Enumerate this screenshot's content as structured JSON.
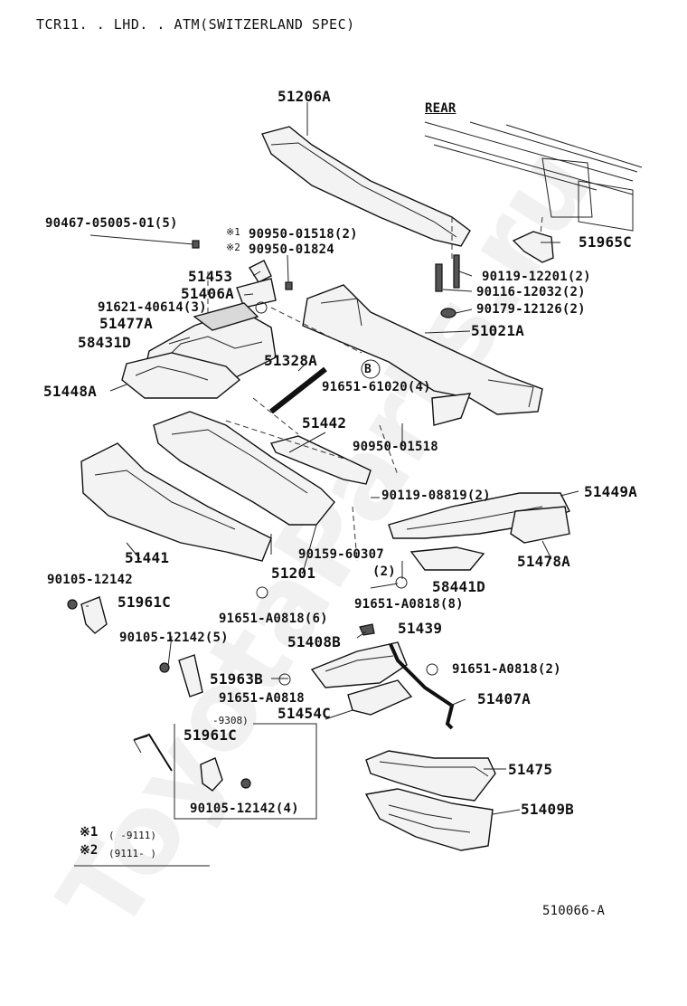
{
  "header": {
    "title": "TCR11. . LHD. . ATM(SWITZERLAND SPEC)"
  },
  "watermark": "ToyotaParts.ru",
  "rear_label": "REAR",
  "figure_code": "510066-A",
  "notes": {
    "n1_mark": "※1",
    "n1_range": "(     -9111)",
    "n2_mark": "※2",
    "n2_range": "(9111-     )",
    "inset_range": "-9308)"
  },
  "labels": {
    "p51206A": "51206A",
    "p90467": "90467-05005-01(5)",
    "p90950a_mark": "※1",
    "p90950a": "90950-01518(2)",
    "p90950b_mark": "※2",
    "p90950b": "90950-01824",
    "p51965C": "51965C",
    "p51453": "51453",
    "p51406A": "51406A",
    "p91621": "91621-40614(3)",
    "p51477A": "51477A",
    "p58431D": "58431D",
    "p51328A": "51328A",
    "p51448A": "51448A",
    "p90119a": "90119-12201(2)",
    "p90116": "90116-12032(2)",
    "p90179": "90179-12126(2)",
    "p51021A": "51021A",
    "p91651_61020": "91651-61020(4)",
    "p51442": "51442",
    "p90950c": "90950-01518",
    "p90119b": "90119-08819(2)",
    "p51449A": "51449A",
    "p51441": "51441",
    "p90159": "90159-60307",
    "p90159_qty": "(2)",
    "p51201": "51201",
    "p58441D": "58441D",
    "p51478A": "51478A",
    "p90105a": "90105-12142",
    "p51961C": "51961C",
    "p91651_A0818_8": "91651-A0818(8)",
    "p91651_A0818_6": "91651-A0818(6)",
    "p51439": "51439",
    "p90105b": "90105-12142(5)",
    "p51408B": "51408B",
    "p91651_A0818_2": "91651-A0818(2)",
    "p51963B": "51963B",
    "p91651_A0818": "91651-A0818",
    "p51407A": "51407A",
    "p51454C": "51454C",
    "p51961C_inset": "51961C",
    "p51475": "51475",
    "p90105c": "90105-12142(4)",
    "p51409B": "51409B"
  },
  "ref_markers": {
    "B": "B"
  }
}
